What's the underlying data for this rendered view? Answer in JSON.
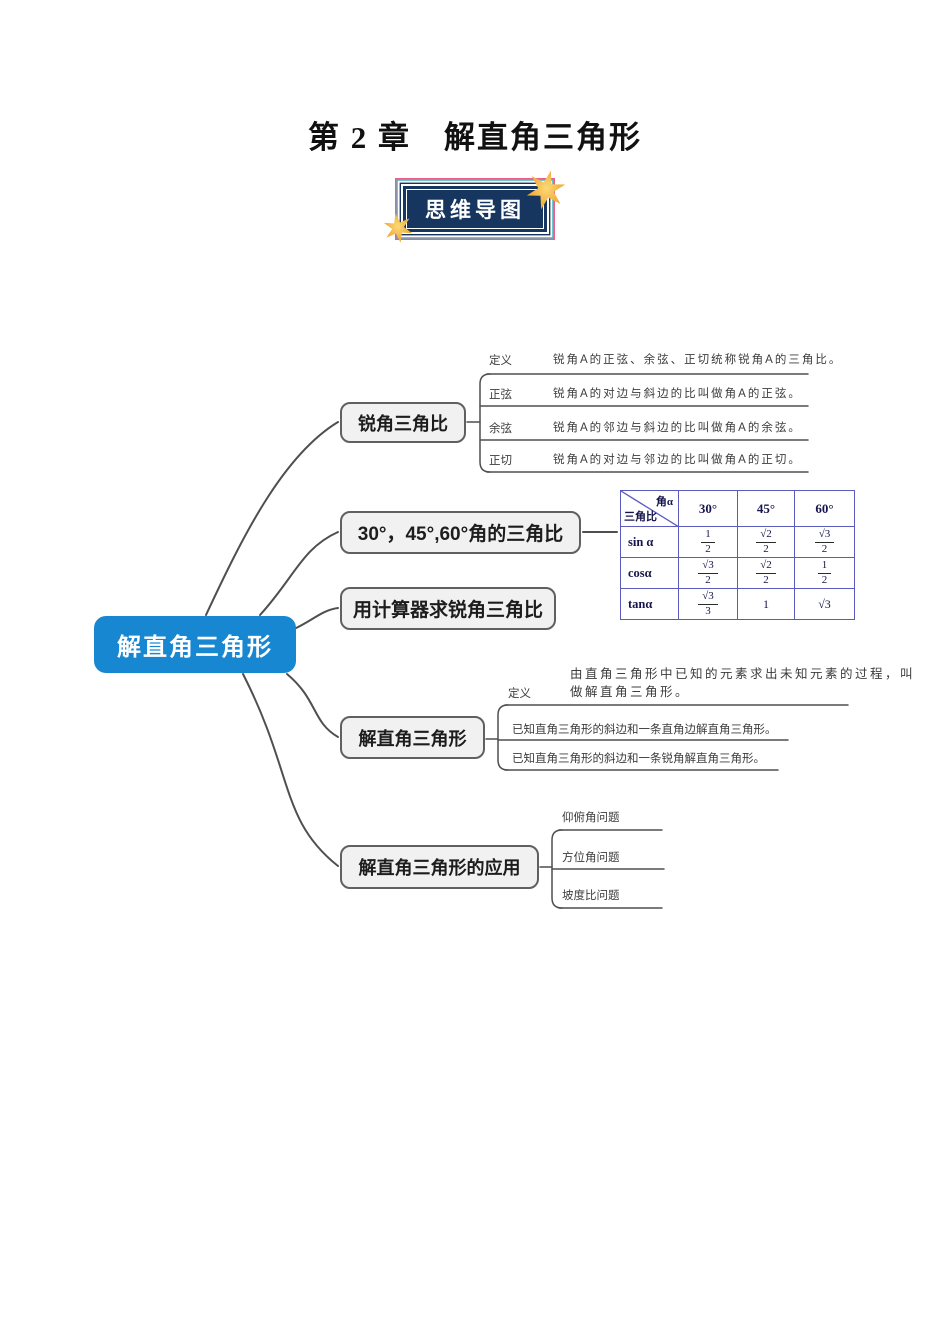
{
  "page": {
    "title": "第 2 章　解直角三角形",
    "badge": "思维导图"
  },
  "mindmap": {
    "root": "解直角三角形",
    "branches": [
      {
        "label": "锐角三角比",
        "items": [
          {
            "term": "定义",
            "desc": "锐角A的正弦、余弦、正切统称锐角A的三角比。"
          },
          {
            "term": "正弦",
            "desc": "锐角A的对边与斜边的比叫做角A的正弦。"
          },
          {
            "term": "余弦",
            "desc": "锐角A的邻边与斜边的比叫做角A的余弦。"
          },
          {
            "term": "正切",
            "desc": "锐角A的对边与邻边的比叫做角A的正切。"
          }
        ]
      },
      {
        "label": "30°，45°,60°角的三角比",
        "table": {
          "corner_top": "角α",
          "corner_bottom": "三角比",
          "columns": [
            "30°",
            "45°",
            "60°"
          ],
          "rows": [
            {
              "label": "sin α",
              "values": [
                "1/2",
                "√2/2",
                "√3/2"
              ]
            },
            {
              "label": "cosα",
              "values": [
                "√3/2",
                "√2/2",
                "1/2"
              ]
            },
            {
              "label": "tanα",
              "values": [
                "√3/3",
                "1",
                "√3"
              ]
            }
          ]
        }
      },
      {
        "label": "用计算器求锐角三角比"
      },
      {
        "label": "解直角三角形",
        "items": [
          {
            "term": "定义",
            "desc_lines": [
              "由直角三角形中已知的元素求出未知元素的过程，叫",
              "做解直角三角形。"
            ]
          },
          {
            "desc": "已知直角三角形的斜边和一条直角边解直角三角形。"
          },
          {
            "desc": "已知直角三角形的斜边和一条锐角解直角三角形。"
          }
        ]
      },
      {
        "label": "解直角三角形的应用",
        "items": [
          "仰俯角问题",
          "方位角问题",
          "坡度比问题"
        ]
      }
    ]
  },
  "colors": {
    "root_fill": "#1787d1",
    "branch_fill": "#f1f1f1",
    "branch_border": "#606060",
    "connector": "#4f4f4f",
    "table_border": "#5b5bbd",
    "badge_navy": "#16355f",
    "badge_teal": "#49bac2",
    "badge_pink": "#ee5e8b",
    "star_gold": "#f2ac33"
  }
}
